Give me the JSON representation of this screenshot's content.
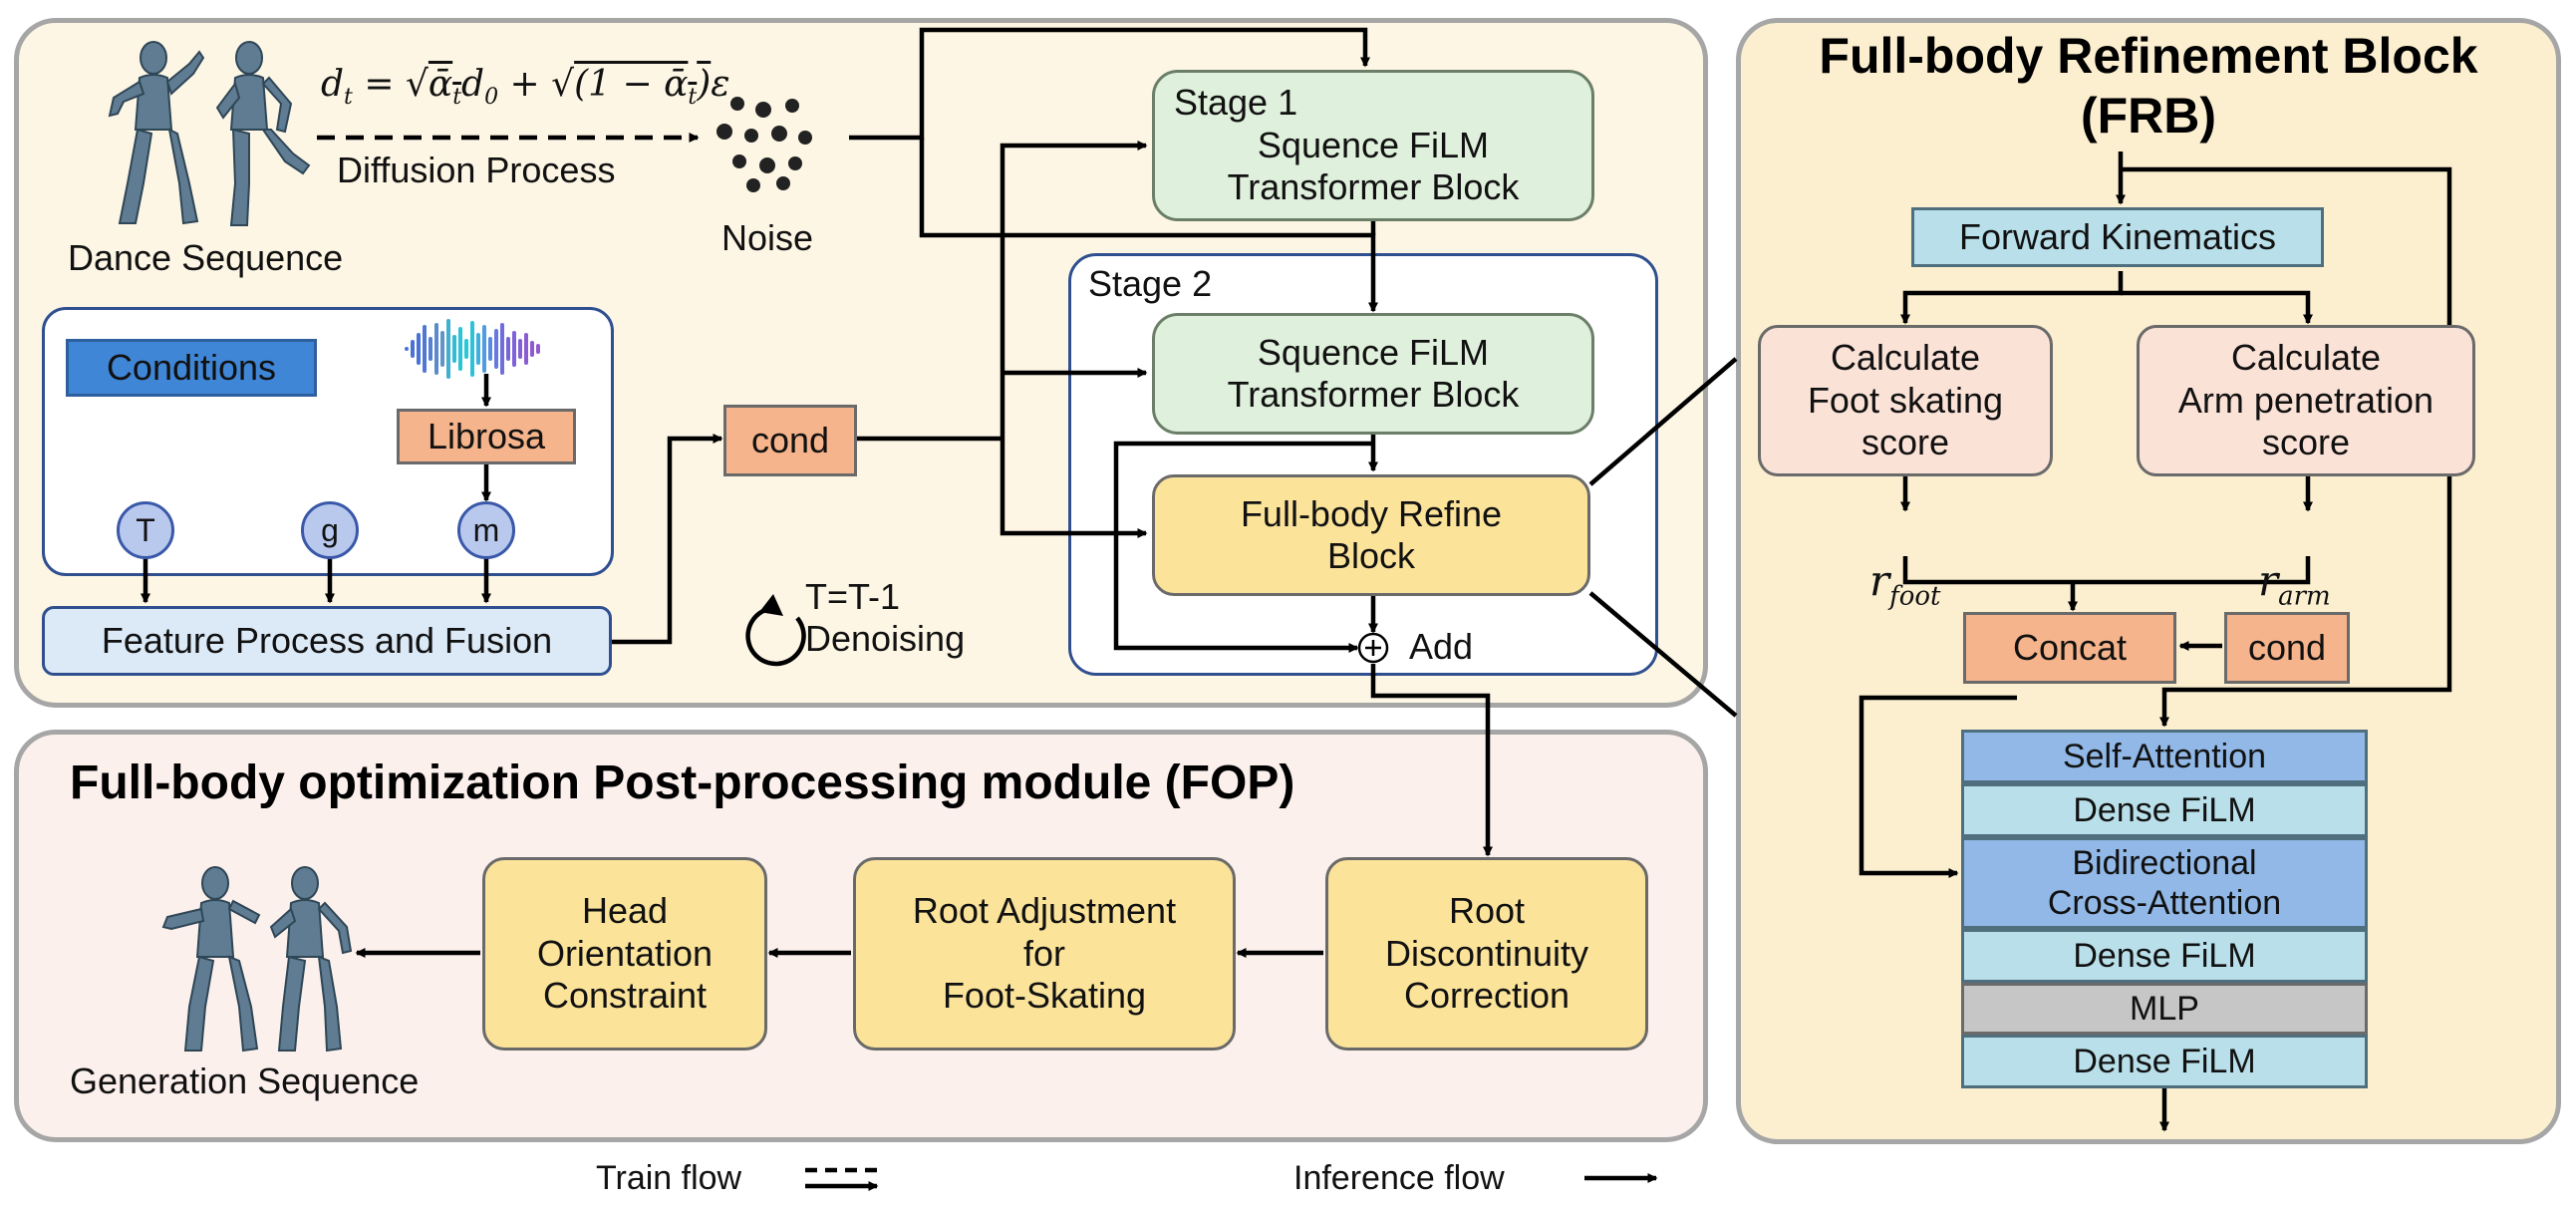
{
  "top_panel": {
    "dance_sequence_label": "Dance Sequence",
    "diffusion_process_label": "Diffusion Process",
    "noise_label": "Noise",
    "conditions_label": "Conditions",
    "librosa_label": "Librosa",
    "circles": [
      "T",
      "g",
      "m"
    ],
    "feature_process_label": "Feature Process and Fusion",
    "cond_label": "cond",
    "loop_label": "T=T-1\nDenoising",
    "stage1_label": "Stage 1",
    "stage1_block": "Squence FiLM\nTransformer Block",
    "stage2_label": "Stage 2",
    "stage2_block": "Squence FiLM\nTransformer Block",
    "refine_block": "Full-body Refine\nBlock",
    "add_label": "Add"
  },
  "fop_panel": {
    "title": "Full-body optimization Post-processing module (FOP)",
    "root_disc": "Root\nDiscontinuity\nCorrection",
    "root_adj": "Root Adjustment\nfor\nFoot-Skating",
    "head_orient": "Head\nOrientation\nConstraint",
    "generation_label": "Generation Sequence"
  },
  "frb_panel": {
    "title": "Full-body Refinement Block\n(FRB)",
    "forward_kinematics": "Forward Kinematics",
    "foot_calc": "Calculate\nFoot skating\nscore",
    "arm_calc": "Calculate\nArm penetration\nscore",
    "r_symbol": "r",
    "foot_sub": "foot",
    "arm_sub": "arm",
    "concat": "Concat",
    "cond": "cond",
    "layers": [
      "Self-Attention",
      "Dense FiLM",
      "Bidirectional\nCross-Attention",
      "Dense FiLM",
      "MLP",
      "Dense FiLM"
    ]
  },
  "legend": {
    "train_flow": "Train flow",
    "inference_flow": "Inference flow"
  },
  "colors": {
    "top_bg": "#fdf6e5",
    "fop_bg": "#fbf0ec",
    "frb_bg": "#fcefd0",
    "film_green": "#dff0dc",
    "refine_yellow": "#fbe39a",
    "cond_orange": "#f5b48b",
    "conditions_blue": "#3f86d6",
    "light_blue": "#b9e0ea",
    "mid_blue": "#91b8e6",
    "mlp_gray": "#c6c6c6"
  }
}
